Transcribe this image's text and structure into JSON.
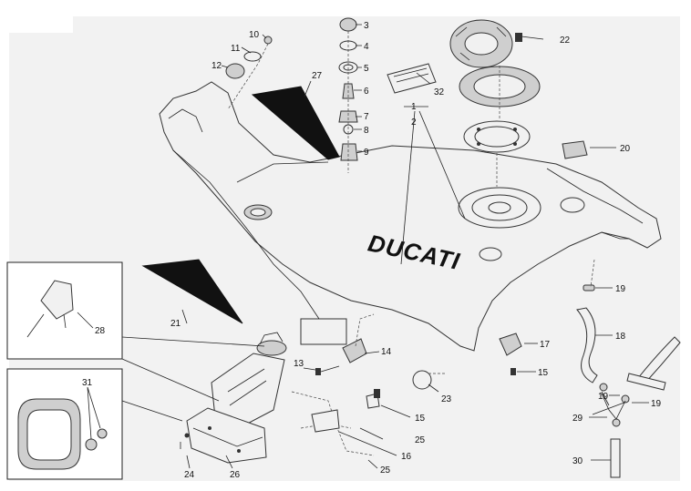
{
  "brand_text": "DUCATI",
  "callouts": {
    "c1": "1",
    "c2": "2",
    "c3": "3",
    "c4": "4",
    "c5": "5",
    "c6": "6",
    "c7": "7",
    "c8": "8",
    "c9": "9",
    "c10": "10",
    "c11": "11",
    "c12": "12",
    "c13": "13",
    "c14": "14",
    "c15a": "15",
    "c15b": "15",
    "c16": "16",
    "c17": "17",
    "c18": "18",
    "c19a": "19",
    "c19b": "19",
    "c19c": "19",
    "c20": "20",
    "c21": "21",
    "c22": "22",
    "c23": "23",
    "c24": "24",
    "c25a": "25",
    "c25b": "25",
    "c26": "26",
    "c27": "27",
    "c28": "28",
    "c29": "29",
    "c30": "30",
    "c31": "31",
    "c32": "32"
  },
  "colors": {
    "background": "#ffffff",
    "panel": "#f2f2f2",
    "line": "#222222"
  }
}
